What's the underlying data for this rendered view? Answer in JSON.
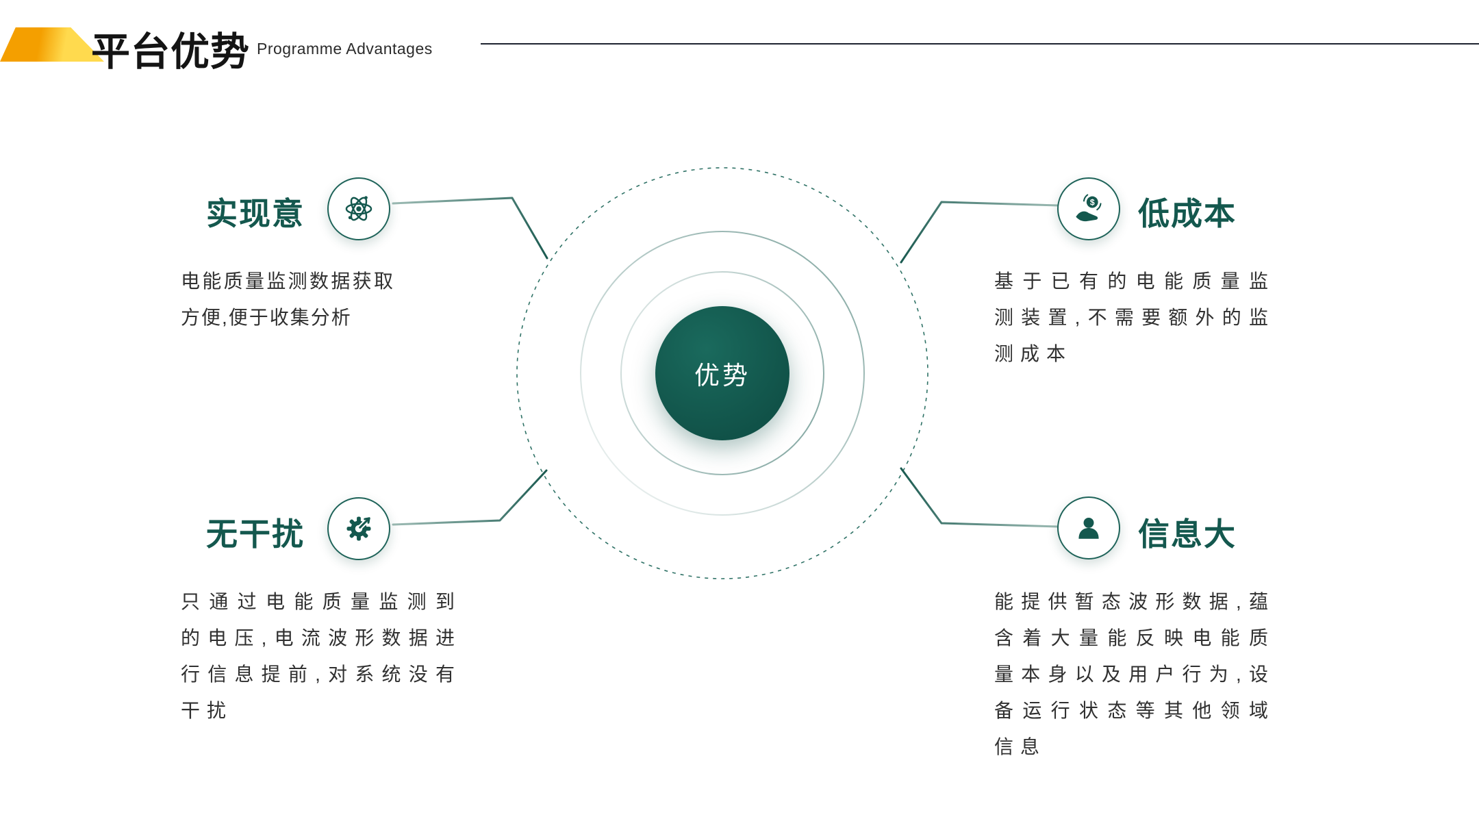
{
  "slide": {
    "header": {
      "title": "平台优势",
      "subtitle": "Programme Advantages"
    },
    "center_label": "优势",
    "items": [
      {
        "title": "实现意",
        "icon": "atom-icon",
        "description": "电能质量监测数据获取方便,便于收集分析"
      },
      {
        "title": "无干扰",
        "icon": "gear-target-icon",
        "description": "只通过电能质量监测到的电压,电流波形数据进行信息提前,对系统没有干扰"
      },
      {
        "title": "低成本",
        "icon": "money-in-hand-icon",
        "description": "基于已有的电能质量监测装置,不需要额外的监测成本"
      },
      {
        "title": "信息大",
        "icon": "user-icon",
        "description": "能提供暂态波形数据,蕴含着大量能反映电能质量本身以及用户行为,设备运行状态等其他领域信息"
      }
    ],
    "colors": {
      "teal": "#14584E",
      "teal-dark": "#0E5147",
      "accent-orange": "#F49F00",
      "accent-yellow": "#FFDA4E",
      "rule": "#1D2230",
      "text": "#303030"
    }
  }
}
